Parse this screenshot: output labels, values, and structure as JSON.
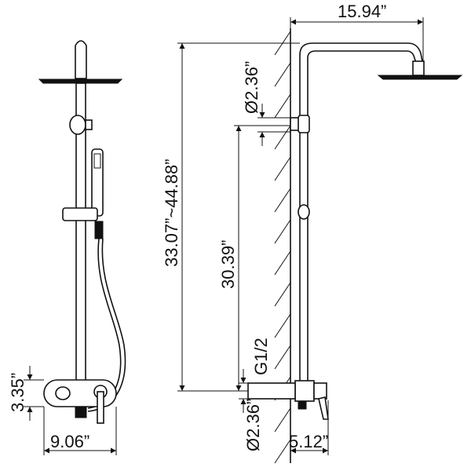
{
  "dimensions": {
    "head_arm_length": "15.94”",
    "inlet_top": "Ø2.36”",
    "total_height": "33.07”~44.88”",
    "rail_height": "30.39”",
    "inlet_bottom": "Ø2.36”",
    "thread": "G1/2",
    "valve_depth": "5.12”",
    "valve_height": "3.35”",
    "valve_width": "9.06”"
  }
}
